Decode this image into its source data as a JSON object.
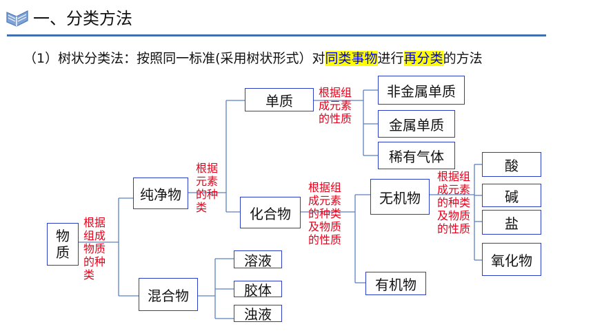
{
  "header": {
    "title": "一、分类方法",
    "icon": "book-icon"
  },
  "intro": {
    "prefix": "（1）树状分类法：按照同一标准(采用树状形式）对",
    "hl1": "同类事物",
    "mid": "进行",
    "hl2": "再分类",
    "suffix": "的方法"
  },
  "tree": {
    "root": "物\n质",
    "root_criterion": "根据\n组成\n物质\n的种\n类",
    "pure": "纯净物",
    "mixture": "混合物",
    "pure_criterion": "根据\n元素\n的种\n类",
    "elementary": "单质",
    "compound": "化合物",
    "elementary_criterion": "根据组\n成元素\n的性质",
    "nonmetal": "非金属单质",
    "metal": "金属单质",
    "noble_gas": "稀有气体",
    "compound_criterion": "根据组\n成元素\n的种类\n及物质\n的性质",
    "inorganic": "无机物",
    "organic": "有机物",
    "inorganic_criterion": "根据组\n成元素\n的种类\n及物质\n的性质",
    "acid": "酸",
    "base": "碱",
    "salt": "盐",
    "oxide": "氧化物",
    "solution": "溶液",
    "colloid": "胶体",
    "suspension": "浊液"
  },
  "colors": {
    "box_border": "#2a3cc8",
    "line": "#5b7fbf",
    "criterion": "#e8001a",
    "highlight": "#ffff00",
    "highlight_text": "#0000ee",
    "rule": "#3f6faf"
  }
}
